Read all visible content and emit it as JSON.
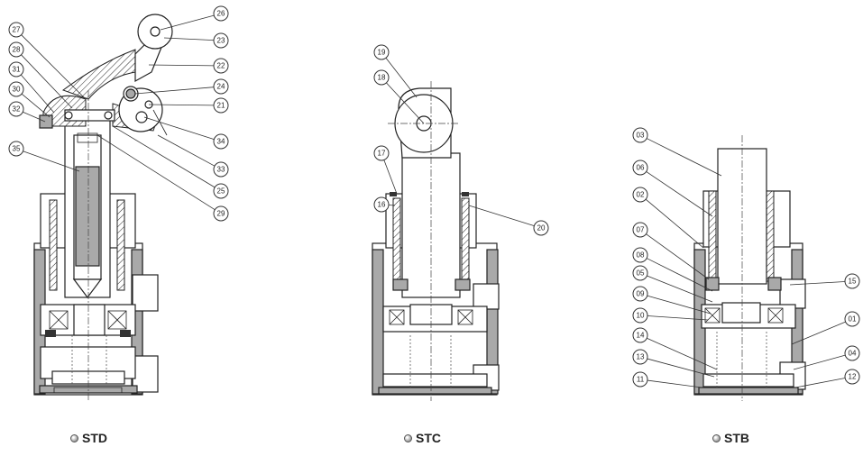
{
  "views": [
    {
      "id": "std",
      "caption": "STD",
      "labels": [
        "26",
        "23",
        "22",
        "24",
        "21",
        "34",
        "33",
        "25",
        "29",
        "27",
        "28",
        "31",
        "30",
        "32",
        "35"
      ]
    },
    {
      "id": "stc",
      "caption": "STC",
      "labels": [
        "19",
        "18",
        "17",
        "16",
        "20"
      ]
    },
    {
      "id": "stb",
      "caption": "STB",
      "labels": [
        "03",
        "06",
        "02",
        "07",
        "08",
        "05",
        "09",
        "10",
        "14",
        "13",
        "11",
        "15",
        "01",
        "04",
        "12"
      ]
    }
  ],
  "colors": {
    "line": "#222222",
    "section_gray": "#a9a9a9",
    "background": "#ffffff"
  }
}
